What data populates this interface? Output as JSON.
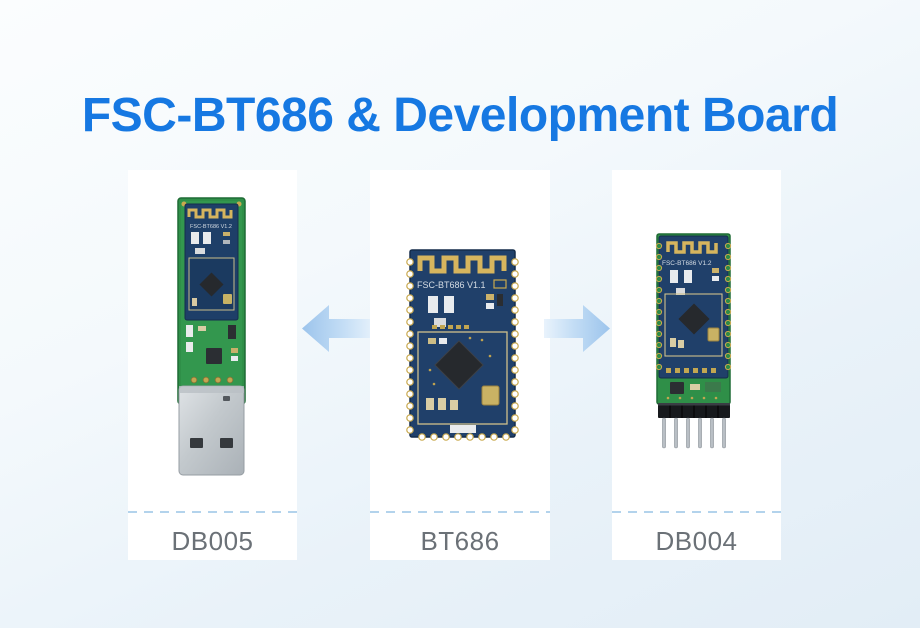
{
  "page": {
    "title": "FSC-BT686 & Development Board"
  },
  "cards": [
    {
      "label": "DB005",
      "board_type": "usb-dongle-development-board",
      "module_marking": "FSC-BT686 V1.2"
    },
    {
      "label": "BT686",
      "board_type": "bluetooth-module",
      "module_marking": "FSC-BT686 V1.1"
    },
    {
      "label": "DB004",
      "board_type": "pin-header-development-board",
      "module_marking": "FSC-BT686 V1.2"
    }
  ],
  "arrows": [
    {
      "name": "arrow-left-icon",
      "direction": "left"
    },
    {
      "name": "arrow-right-icon",
      "direction": "right"
    }
  ],
  "colors": {
    "accent_blue": "#1678e2",
    "arrow_blue": "#a5caee",
    "divider_blue": "#b3d3ec",
    "label_gray": "#6b7177",
    "card_background": "#ffffff",
    "pcb_green": "#2f8f48",
    "module_navy": "#20406a",
    "antenna_gold": "#d6b55e"
  }
}
